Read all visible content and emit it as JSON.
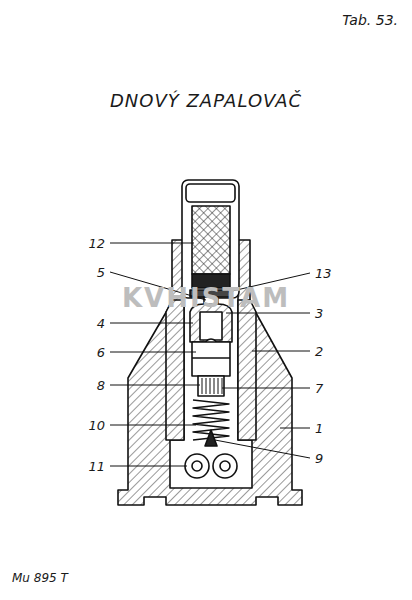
{
  "diagram": {
    "title": "DNOVÝ ZAPALOVAČ",
    "labels": [
      "Tab. 53.",
      "12",
      "5",
      "4",
      "6",
      "8",
      "10",
      "11",
      "13",
      "3",
      "2",
      "7",
      "1",
      "9",
      "KVHISTAM",
      "Mu 895 T"
    ]
  }
}
